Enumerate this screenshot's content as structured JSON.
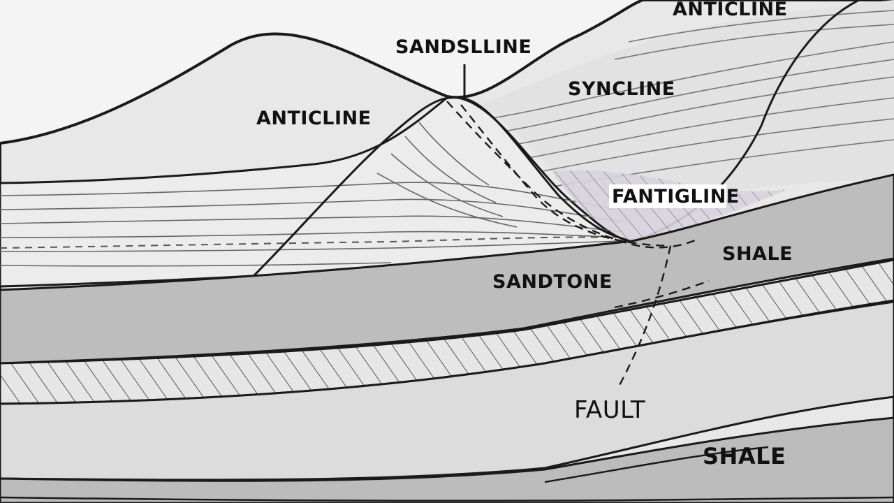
{
  "colors": {
    "outline": "#1a1a1a",
    "background_hills": "#ececec",
    "striped_layer": "#e4e4e4",
    "dark_layer": "#bdbdbd",
    "mid_layer": "#d4d4d4",
    "light_layer": "#dedede",
    "fold_highlight": "#cfcad9"
  },
  "labels": {
    "anticline_left": "ANTICLINE",
    "anticline_right": "ANTICLINE",
    "sandslline": "SANDSLLINE",
    "syncline": "SYNCLINE",
    "fantigline": "FANTIGLINE",
    "shale_upper": "SHALE",
    "sandtone": "SANDTONE",
    "fault": "FAULT",
    "shale_lower": "SHALE"
  }
}
